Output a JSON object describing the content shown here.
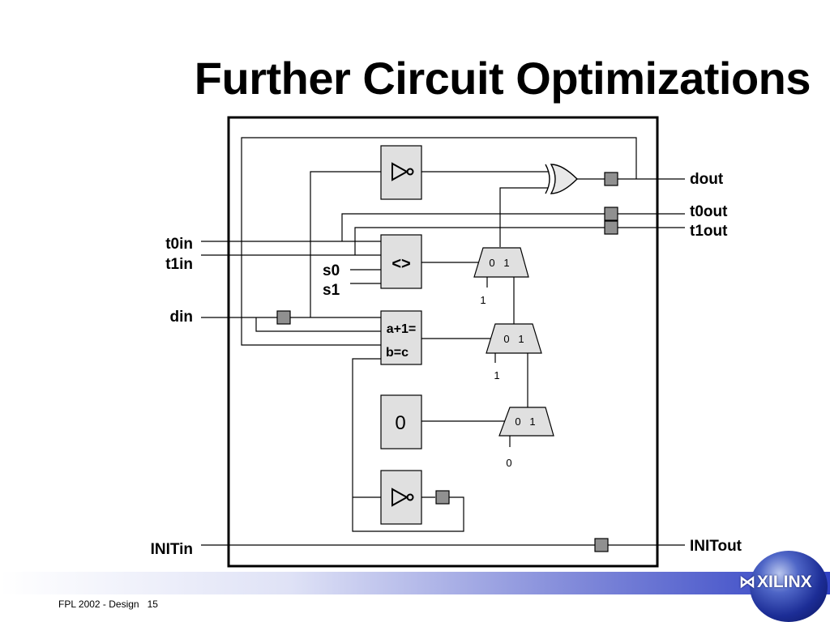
{
  "slide": {
    "title": "Further Circuit Optimizations"
  },
  "diagram": {
    "ports": {
      "t0in": "t0in",
      "t1in": "t1in",
      "din": "din",
      "initin": "INITin",
      "dout": "dout",
      "t0out": "t0out",
      "t1out": "t1out",
      "initout": "INITout",
      "s0": "s0",
      "s1": "s1"
    },
    "blocks": {
      "compare": "<>",
      "add_line1": "a+1=",
      "add_line2": "b=c",
      "zero": "0"
    },
    "muxes": [
      {
        "in0": "0",
        "in1": "1",
        "select": "1"
      },
      {
        "in0": "0",
        "in1": "1",
        "select": "1"
      },
      {
        "in0": "0",
        "in1": "1",
        "select": "0"
      }
    ]
  },
  "footer": {
    "text": "FPL 2002 - Design",
    "page": "15",
    "logo": "XILINX"
  },
  "colors": {
    "block_fill": "#e0e0e0",
    "register_fill": "#909090",
    "band_end": "#3041c4"
  }
}
